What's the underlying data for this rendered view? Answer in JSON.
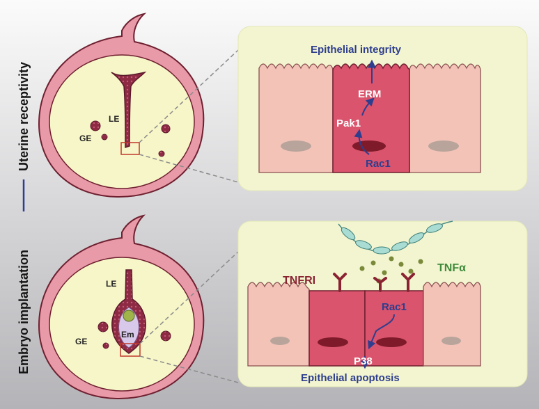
{
  "side_label": {
    "top": "Uterine receptivity",
    "bottom": "Embryo implantation"
  },
  "uterus_top": {
    "le": "LE",
    "ge": "GE"
  },
  "uterus_bottom": {
    "le": "LE",
    "ge": "GE",
    "em": "Em"
  },
  "panel_top": {
    "title": "Epithelial integrity",
    "erm": "ERM",
    "pak1": "Pak1",
    "rac1": "Rac1"
  },
  "panel_bottom": {
    "tnfri": "TNFRI",
    "tnfa": "TNFα",
    "rac1": "Rac1",
    "p38": "P38",
    "title": "Epithelial apoptosis"
  },
  "colors": {
    "background_top": "#fafafa",
    "background_bottom": "#b7b7bb",
    "panel_fill": "#f2f5cf",
    "uterus_wall": "#e89aa8",
    "cell_pale": "#f3c3b8",
    "cell_active": "#d9546c",
    "label_blue": "#2e3d8e",
    "tnfri_red": "#8a2232",
    "tnfa_green": "#3f8a3c"
  }
}
